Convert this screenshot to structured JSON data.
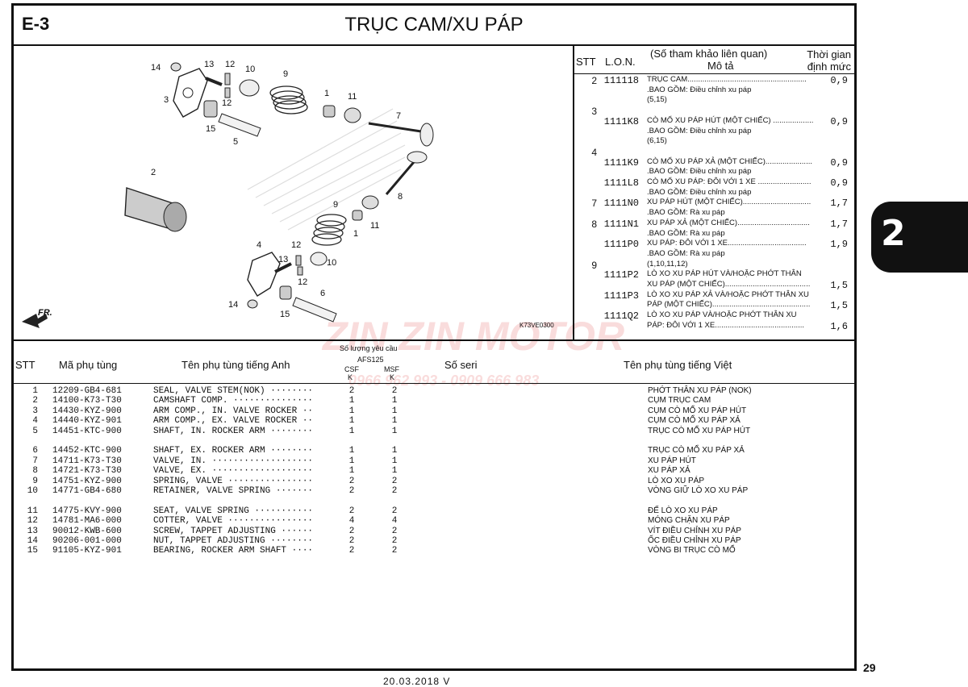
{
  "header": {
    "code": "E-3",
    "title": "TRỤC CAM/XU PÁP"
  },
  "diagram": {
    "labels": [
      "14",
      "13",
      "12",
      "10",
      "9",
      "3",
      "12",
      "15",
      "5",
      "1",
      "11",
      "7",
      "2",
      "8",
      "9",
      "1",
      "11",
      "4",
      "12",
      "13",
      "10",
      "12",
      "14",
      "15",
      "6"
    ],
    "direction": "FR.",
    "ref": "K73VE0300"
  },
  "lon": {
    "headers": {
      "stt": "STT",
      "lon": "L.O.N.",
      "ref": "(Số tham khảo liên quan)",
      "desc": "Mô tả",
      "time1": "Thời gian",
      "time2": "định mức"
    },
    "rows": [
      {
        "stt": "2",
        "code": "111118",
        "desc": "TRỤC CAM........................................................",
        "time": "0,9"
      },
      {
        "stt": "",
        "code": "",
        "desc": ".BAO GỒM: Điều chỉnh xu páp",
        "time": ""
      },
      {
        "stt": "",
        "code": "",
        "desc": "(5,15)",
        "time": ""
      },
      {
        "stt": "3",
        "code": "",
        "desc": "",
        "time": ""
      },
      {
        "stt": "",
        "code": "1111K8",
        "desc": "CÒ MỔ XU PÁP HÚT (MỘT CHIẾC) ...................",
        "time": "0,9"
      },
      {
        "stt": "",
        "code": "",
        "desc": ".BAO GỒM: Điều chỉnh xu páp",
        "time": ""
      },
      {
        "stt": "",
        "code": "",
        "desc": "(6,15)",
        "time": ""
      },
      {
        "stt": "4",
        "code": "",
        "desc": "",
        "time": ""
      },
      {
        "stt": "",
        "code": "1111K9",
        "desc": "CÒ MỔ XU PÁP XẢ (MỘT CHIẾC)......................",
        "time": "0,9"
      },
      {
        "stt": "",
        "code": "",
        "desc": ".BAO GỒM: Điều chỉnh xu páp",
        "time": ""
      },
      {
        "stt": "",
        "code": "1111L8",
        "desc": "CÒ MỔ XU PÁP: ĐÔI VỚI 1 XE .........................",
        "time": "0,9"
      },
      {
        "stt": "",
        "code": "",
        "desc": ".BAO GỒM: Điều chỉnh xu páp",
        "time": ""
      },
      {
        "stt": "7",
        "code": "1111N0",
        "desc": "XU PÁP HÚT (MỘT CHIẾC)................................",
        "time": "1,7"
      },
      {
        "stt": "",
        "code": "",
        "desc": ".BAO GỒM: Rà xu páp",
        "time": ""
      },
      {
        "stt": "8",
        "code": "1111N1",
        "desc": "XU PÁP XẢ (MỘT CHIẾC)..................................",
        "time": "1,7"
      },
      {
        "stt": "",
        "code": "",
        "desc": ".BAO GỒM: Rà xu páp",
        "time": ""
      },
      {
        "stt": "",
        "code": "1111P0",
        "desc": "XU PÁP: ĐÔI VỚI 1 XE.....................................",
        "time": "1,9"
      },
      {
        "stt": "",
        "code": "",
        "desc": ".BAO GỒM: Rà xu páp",
        "time": ""
      },
      {
        "stt": "9",
        "code": "",
        "desc": "(1,10,11,12)",
        "time": ""
      },
      {
        "stt": "",
        "code": "1111P2",
        "desc": "LÒ XO XU PÁP HÚT VÀ/HOẶC PHỚT THÂN",
        "time": ""
      },
      {
        "stt": "",
        "code": "",
        "desc": "XU PÁP (MỘT CHIẾC)........................................",
        "time": "1,5"
      },
      {
        "stt": "",
        "code": "1111P3",
        "desc": "LÒ XO XU PÁP XẢ VÀ/HOẶC PHỚT THÂN XU",
        "time": ""
      },
      {
        "stt": "",
        "code": "",
        "desc": "PÁP (MỘT CHIẾC)..............................................",
        "time": "1,5"
      },
      {
        "stt": "",
        "code": "1111Q2",
        "desc": "LÒ XO XU PÁP VÀ/HOẶC PHỚT THÂN XU",
        "time": ""
      },
      {
        "stt": "",
        "code": "",
        "desc": "PÁP: ĐÔI VỚI 1 XE..........................................",
        "time": "1,6"
      }
    ]
  },
  "parts": {
    "headers": {
      "stt": "STT",
      "code": "Mã phụ tùng",
      "en": "Tên phụ tùng tiếng Anh",
      "qty": "Số lượng yêu cầu",
      "model": "AFS125",
      "csf": "CSF",
      "csfk": "K",
      "msf": "MSF",
      "msfk": "K",
      "serial": "Số seri",
      "vn": "Tên phụ tùng tiếng Việt"
    },
    "rows": [
      {
        "stt": "1",
        "code": "12209-GB4-681",
        "en": "SEAL, VALVE STEM(NOK) ········",
        "csf": "2",
        "msf": "2",
        "vn": "PHỚT THÂN XU PÁP (NOK)"
      },
      {
        "stt": "2",
        "code": "14100-K73-T30",
        "en": "CAMSHAFT COMP. ···············",
        "csf": "1",
        "msf": "1",
        "vn": "CỤM TRỤC CAM"
      },
      {
        "stt": "3",
        "code": "14430-KYZ-900",
        "en": "ARM COMP., IN. VALVE ROCKER ··",
        "csf": "1",
        "msf": "1",
        "vn": "CỤM CÒ MỔ XU PÁP HÚT"
      },
      {
        "stt": "4",
        "code": "14440-KYZ-901",
        "en": "ARM COMP., EX. VALVE ROCKER ··",
        "csf": "1",
        "msf": "1",
        "vn": "CỤM CÒ MỔ XU PÁP XẢ"
      },
      {
        "stt": "5",
        "code": "14451-KTC-900",
        "en": "SHAFT, IN. ROCKER ARM ········",
        "csf": "1",
        "msf": "1",
        "vn": "TRỤC CÒ MỔ XU PÁP HÚT"
      },
      {
        "stt": "6",
        "code": "14452-KTC-900",
        "en": "SHAFT, EX. ROCKER ARM ········",
        "csf": "1",
        "msf": "1",
        "vn": "TRỤC CÒ MỔ XU PÁP XẢ"
      },
      {
        "stt": "7",
        "code": "14711-K73-T30",
        "en": "VALVE, IN. ···················",
        "csf": "1",
        "msf": "1",
        "vn": "XU PÁP HÚT"
      },
      {
        "stt": "8",
        "code": "14721-K73-T30",
        "en": "VALVE, EX. ···················",
        "csf": "1",
        "msf": "1",
        "vn": "XU PÁP XẢ"
      },
      {
        "stt": "9",
        "code": "14751-KYZ-900",
        "en": "SPRING, VALVE ················",
        "csf": "2",
        "msf": "2",
        "vn": "LÒ XO XU PÁP"
      },
      {
        "stt": "10",
        "code": "14771-GB4-680",
        "en": "RETAINER, VALVE SPRING ·······",
        "csf": "2",
        "msf": "2",
        "vn": "VÒNG GIỮ LÒ XO XU PÁP"
      },
      {
        "stt": "11",
        "code": "14775-KVY-900",
        "en": "SEAT, VALVE SPRING ···········",
        "csf": "2",
        "msf": "2",
        "vn": "ĐẾ LÒ XO XU PÁP"
      },
      {
        "stt": "12",
        "code": "14781-MA6-000",
        "en": "COTTER, VALVE ················",
        "csf": "4",
        "msf": "4",
        "vn": "MÓNG CHẶN XU PÁP"
      },
      {
        "stt": "13",
        "code": "90012-KWB-600",
        "en": "SCREW, TAPPET ADJUSTING ······",
        "csf": "2",
        "msf": "2",
        "vn": "VÍT ĐIỀU CHỈNH XU PÁP"
      },
      {
        "stt": "14",
        "code": "90206-001-000",
        "en": "NUT, TAPPET ADJUSTING ········",
        "csf": "2",
        "msf": "2",
        "vn": "ỐC ĐIỀU CHỈNH XU PÁP"
      },
      {
        "stt": "15",
        "code": "91105-KYZ-901",
        "en": "BEARING, ROCKER ARM SHAFT ····",
        "csf": "2",
        "msf": "2",
        "vn": "VÒNG BI TRỤC CÒ MỔ"
      }
    ]
  },
  "side_tab": "2",
  "page_number": "29",
  "date": "20.03.2018   V",
  "watermark": {
    "brand": "ZIN ZIN MOTOR",
    "phone": "0966 962 993 - 0909 666 983"
  }
}
